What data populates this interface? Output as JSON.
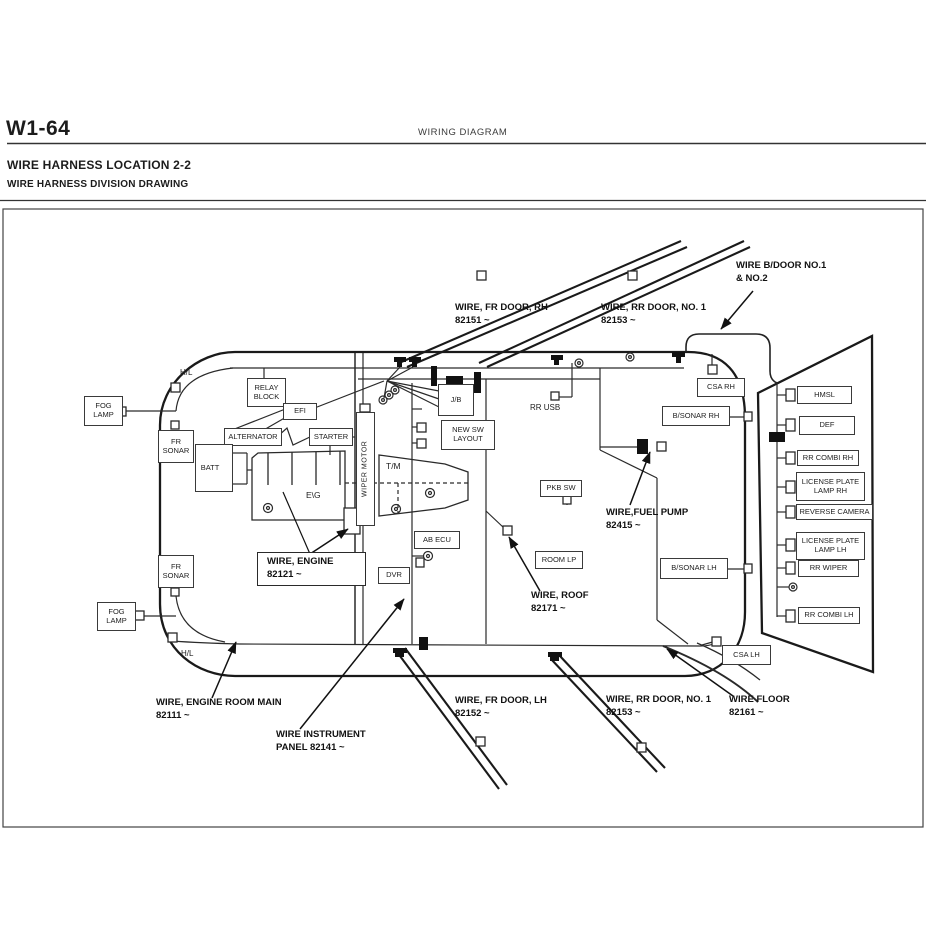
{
  "page": {
    "doc_code": "W1-64",
    "section": "WIRING DIAGRAM",
    "title": "WIRE HARNESS LOCATION 2-2",
    "subtitle": "WIRE HARNESS DIVISION DRAWING"
  },
  "components": {
    "fog_lamp_top": {
      "l1": "FOG",
      "l2": "LAMP"
    },
    "fr_sonar_top": {
      "l1": "FR",
      "l2": "SONAR"
    },
    "relay_block": {
      "l1": "RELAY",
      "l2": "BLOCK"
    },
    "efi": {
      "l1": "EFI"
    },
    "alternator": {
      "l1": "ALTERNATOR"
    },
    "starter": {
      "l1": "STARTER"
    },
    "batt": {
      "l1": "BATT"
    },
    "wiper_motor": {
      "l1": "WIPER MOTOR"
    },
    "jb": {
      "l1": "J/B"
    },
    "new_sw_layout": {
      "l1": "NEW SW",
      "l2": "LAYOUT"
    },
    "rr_usb": {
      "l1": "RR USB"
    },
    "pkb_sw": {
      "l1": "PKB SW"
    },
    "ab_ecu": {
      "l1": "AB ECU"
    },
    "dvr": {
      "l1": "DVR"
    },
    "room_lp": {
      "l1": "ROOM LP"
    },
    "csa_rh": {
      "l1": "CSA RH"
    },
    "b_sonar_rh": {
      "l1": "B/SONAR RH"
    },
    "b_sonar_lh": {
      "l1": "B/SONAR LH"
    },
    "csa_lh": {
      "l1": "CSA LH"
    },
    "fr_sonar_bottom": {
      "l1": "FR",
      "l2": "SONAR"
    },
    "fog_lamp_bottom": {
      "l1": "FOG",
      "l2": "LAMP"
    },
    "hmsl": {
      "l1": "HMSL"
    },
    "def": {
      "l1": "DEF"
    },
    "rr_combi_rh": {
      "l1": "RR COMBI RH"
    },
    "license_plate_lamp_rh": {
      "l1": "LICENSE PLATE",
      "l2": "LAMP RH"
    },
    "reverse_camera": {
      "l1": "REVERSE CAMERA"
    },
    "license_plate_lamp_lh": {
      "l1": "LICENSE PLATE",
      "l2": "LAMP LH"
    },
    "rr_wiper": {
      "l1": "RR WIPER"
    },
    "rr_combi_lh": {
      "l1": "RR COMBI LH"
    }
  },
  "labels": {
    "hl_top": "H/L",
    "hl_bottom": "H/L",
    "eg": "E\\G",
    "tm": "T/M"
  },
  "harnesses": {
    "fr_door_rh": {
      "line1": "WIRE, FR DOOR, RH",
      "line2": "82151 ~"
    },
    "rr_door_no1_top": {
      "line1": "WIRE, RR DOOR, NO. 1",
      "line2": "82153 ~"
    },
    "b_door": {
      "line1": "WIRE B/DOOR NO.1",
      "line2": "& NO.2"
    },
    "engine": {
      "line1": "WIRE, ENGINE",
      "line2": "82121 ~"
    },
    "fuel_pump": {
      "line1": "WIRE,FUEL PUMP",
      "line2": "82415 ~"
    },
    "roof": {
      "line1": "WIRE, ROOF",
      "line2": "82171 ~"
    },
    "engine_room_main": {
      "line1": "WIRE, ENGINE ROOM MAIN",
      "line2": "82111 ~"
    },
    "instrument_panel": {
      "line1": "WIRE INSTRUMENT",
      "line2": "PANEL 82141 ~"
    },
    "fr_door_lh": {
      "line1": "WIRE, FR DOOR, LH",
      "line2": "82152 ~"
    },
    "rr_door_no1_bottom": {
      "line1": "WIRE, RR DOOR, NO. 1",
      "line2": "82153 ~"
    },
    "floor": {
      "line1": "WIRE FLOOR",
      "line2": "82161 ~"
    }
  }
}
